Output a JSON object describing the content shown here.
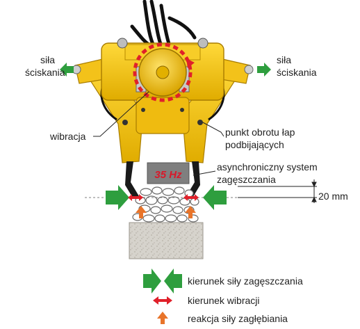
{
  "labels": {
    "left_force_line1": "siła",
    "left_force_line2": "ściskania",
    "right_force_line1": "siła",
    "right_force_line2": "ściskania",
    "vibration": "wibracja",
    "pivot_line1": "punkt obrotu łap",
    "pivot_line2": "podbijających",
    "async_line1": "asynchroniczny system",
    "async_line2": "zagęszczania",
    "frequency": "35 Hz",
    "depth": "20 mm"
  },
  "legend": {
    "compaction_direction": "kierunek siły zagęszczania",
    "vibration_direction": "kierunek wibracji",
    "penetration_reaction": "reakcja siły zagłębiania"
  },
  "colors": {
    "machine_yellow": "#f5c518",
    "force_green": "#2e9e3e",
    "vibration_red": "#e0202a",
    "reaction_orange": "#e8742a",
    "frequency_red": "#d8182a",
    "sleeper_grey": "#8a8a8a"
  },
  "icons": {
    "compaction": "green-double-arrow-icon",
    "vibration": "red-double-arrow-icon",
    "reaction": "orange-up-arrow-icon"
  }
}
